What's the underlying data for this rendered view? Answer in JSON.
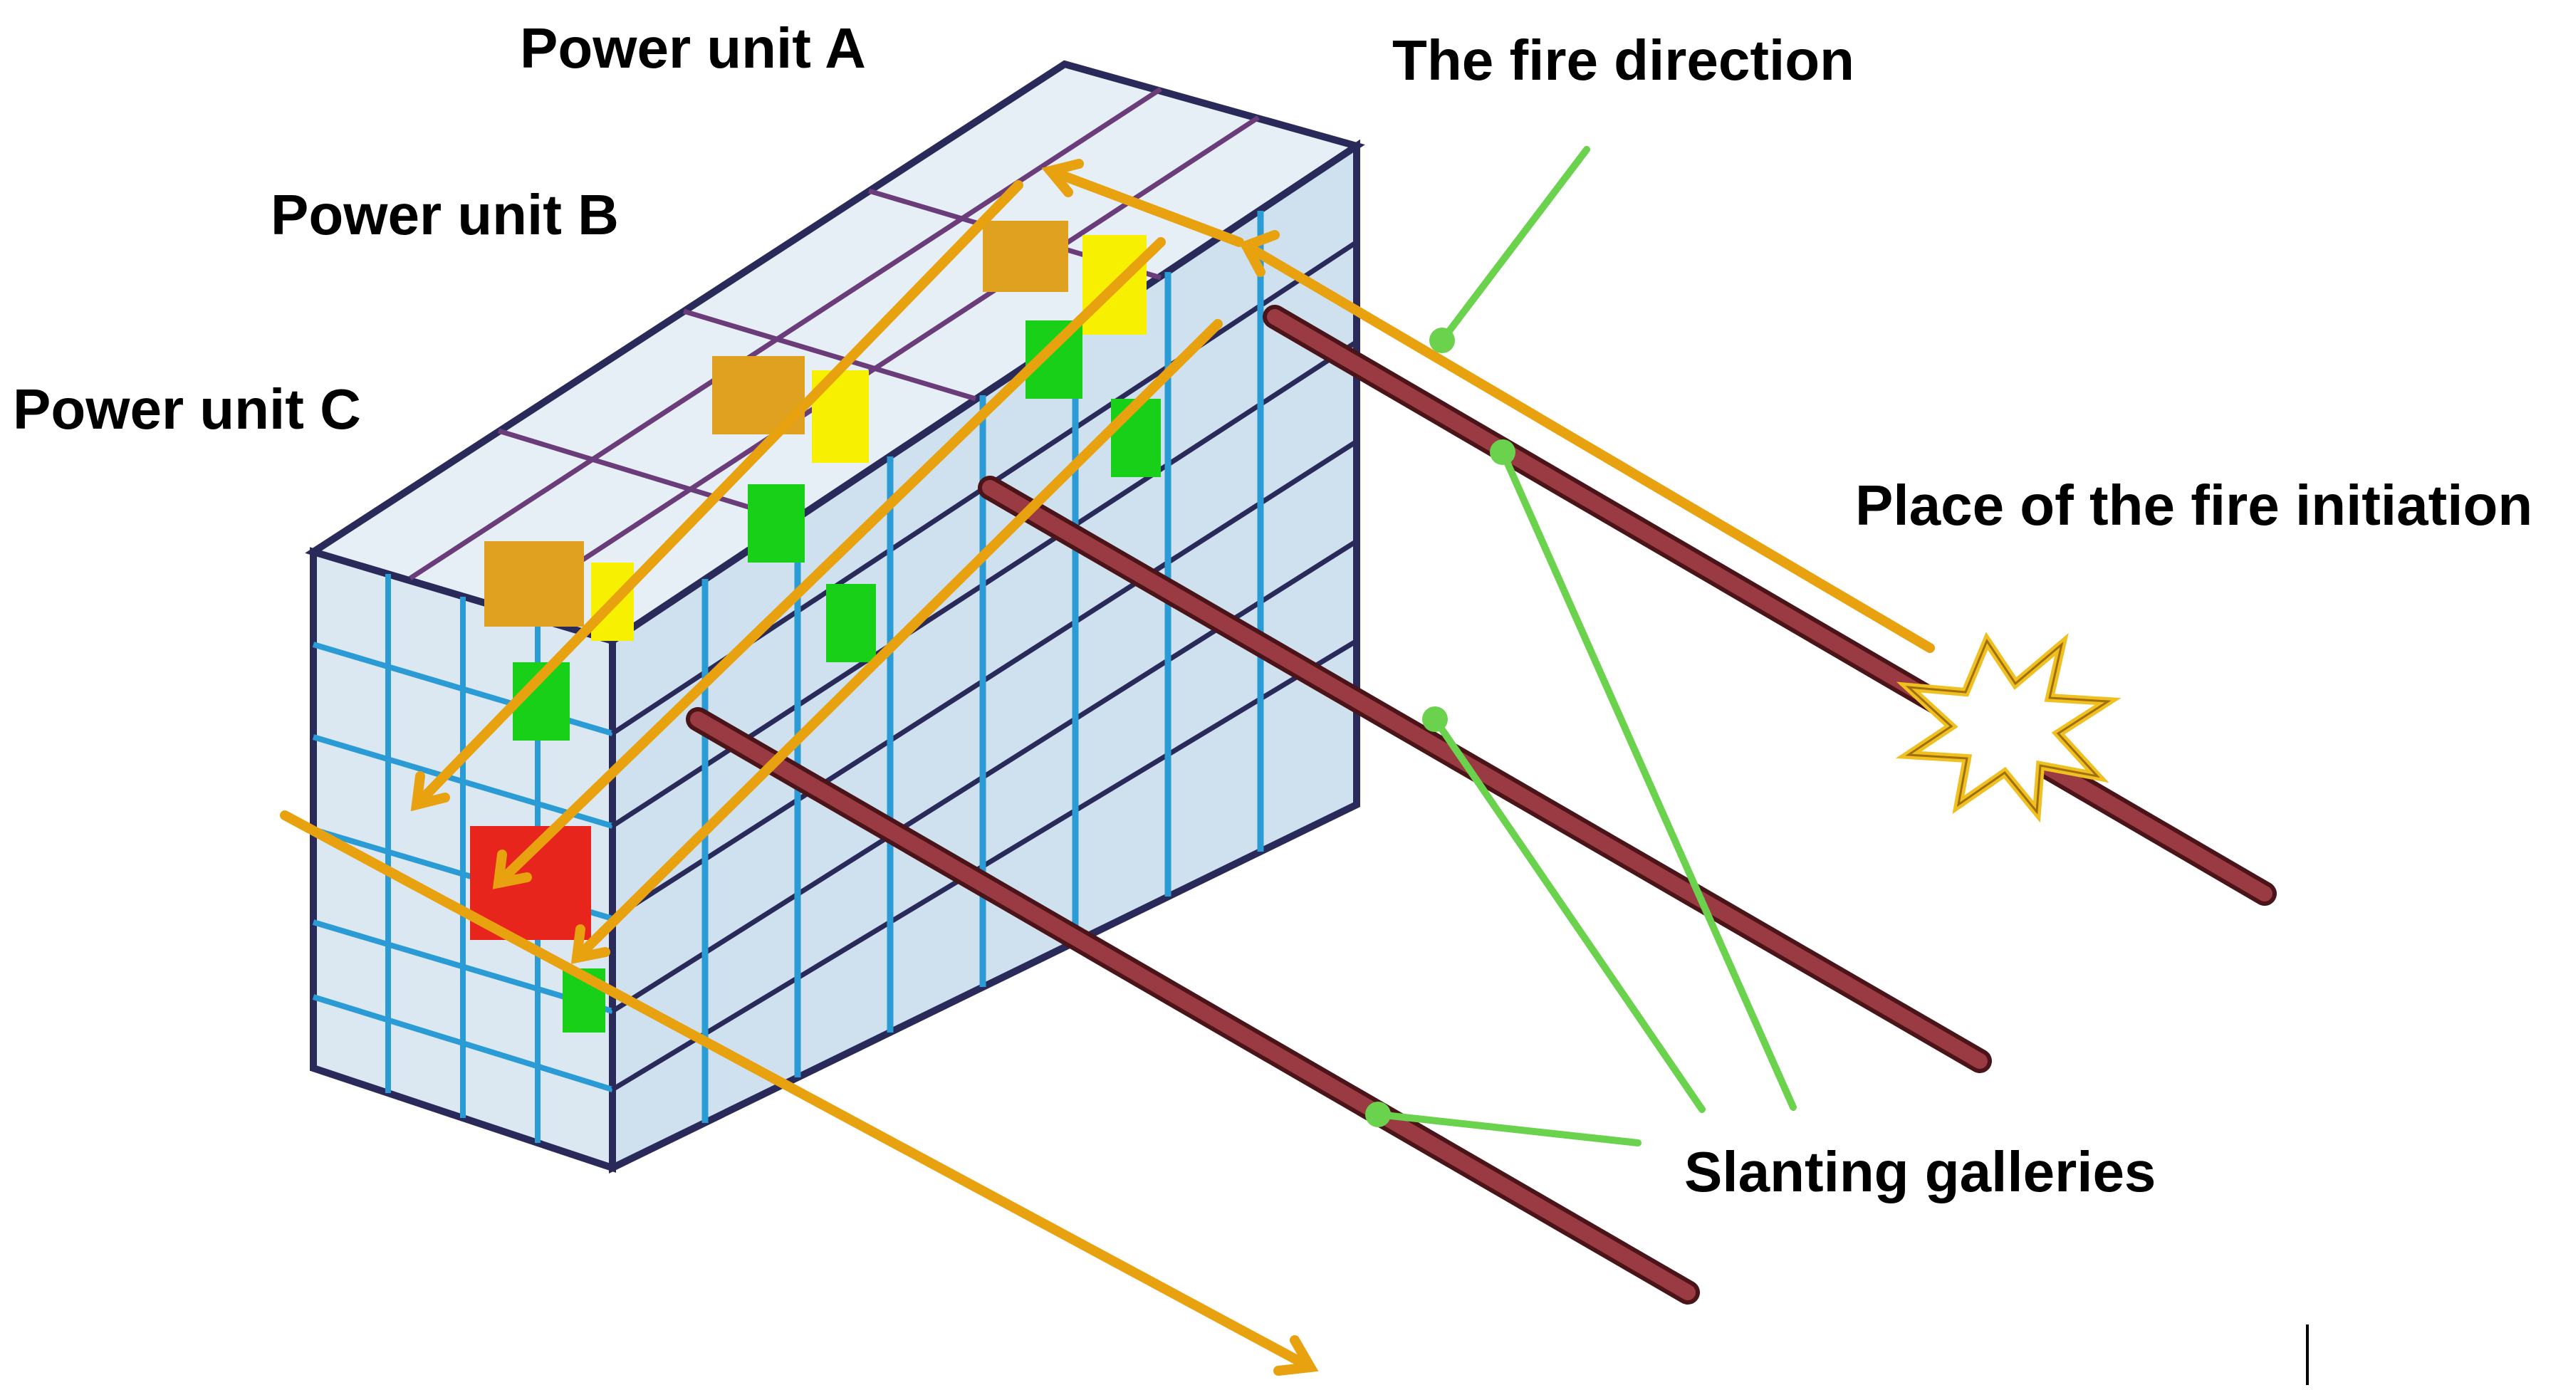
{
  "labels": {
    "power_unit_a": "Power unit A",
    "power_unit_b": "Power unit B",
    "power_unit_c": "Power unit C",
    "fire_direction": "The fire direction",
    "fire_initiation": "Place of the fire initiation",
    "slanting_galleries": "Slanting galleries"
  },
  "colors": {
    "frame_dark": "#2a2a5a",
    "frame_light": "#2b9bd6",
    "frame_purple": "#6a3d7a",
    "equipment_yellow": "#f7f000",
    "equipment_green": "#18d018",
    "equipment_red": "#e8251c",
    "equipment_orange": "#e0a020",
    "gallery": "#8a2f36",
    "fire_arrow": "#e8a20f",
    "leader_line": "#6ad24c",
    "fire_star": "#f0c020"
  },
  "icons": {
    "fire_initiation": "fire-burst-icon"
  }
}
